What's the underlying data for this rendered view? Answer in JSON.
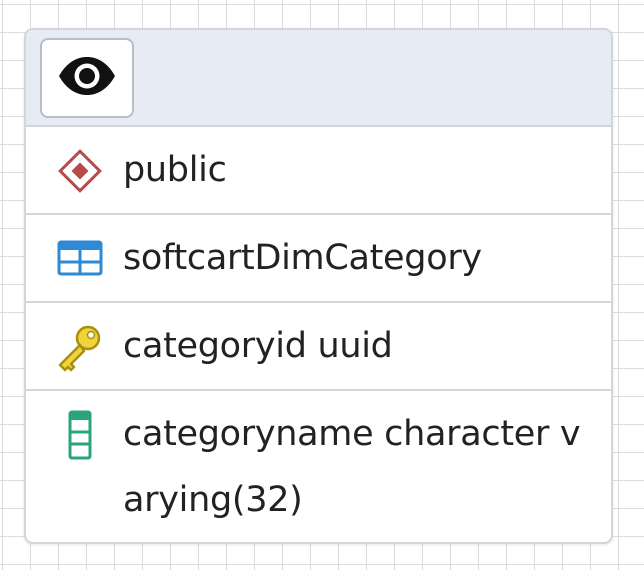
{
  "canvas": {
    "background": "#ffffff",
    "grid_color": "#dcdcdc"
  },
  "node": {
    "header": {
      "toggle_icon": "eye-icon"
    },
    "rows": {
      "schema": {
        "icon": "schema-diamond-icon",
        "label": "public",
        "icon_color": "#b84a4a"
      },
      "table": {
        "icon": "table-grid-icon",
        "label": "softcartDimCategory",
        "icon_color": "#2f8ad6"
      },
      "primary_key": {
        "icon": "key-icon",
        "label": "categoryid uuid",
        "icon_color": "#e0c21e"
      },
      "column": {
        "icon": "column-icon",
        "label": "categoryname character varying(32)",
        "icon_color": "#2aa57a"
      }
    }
  },
  "colors": {
    "header_bg": "#e7ebf4",
    "border": "#d2d6dc",
    "text": "#222222"
  }
}
